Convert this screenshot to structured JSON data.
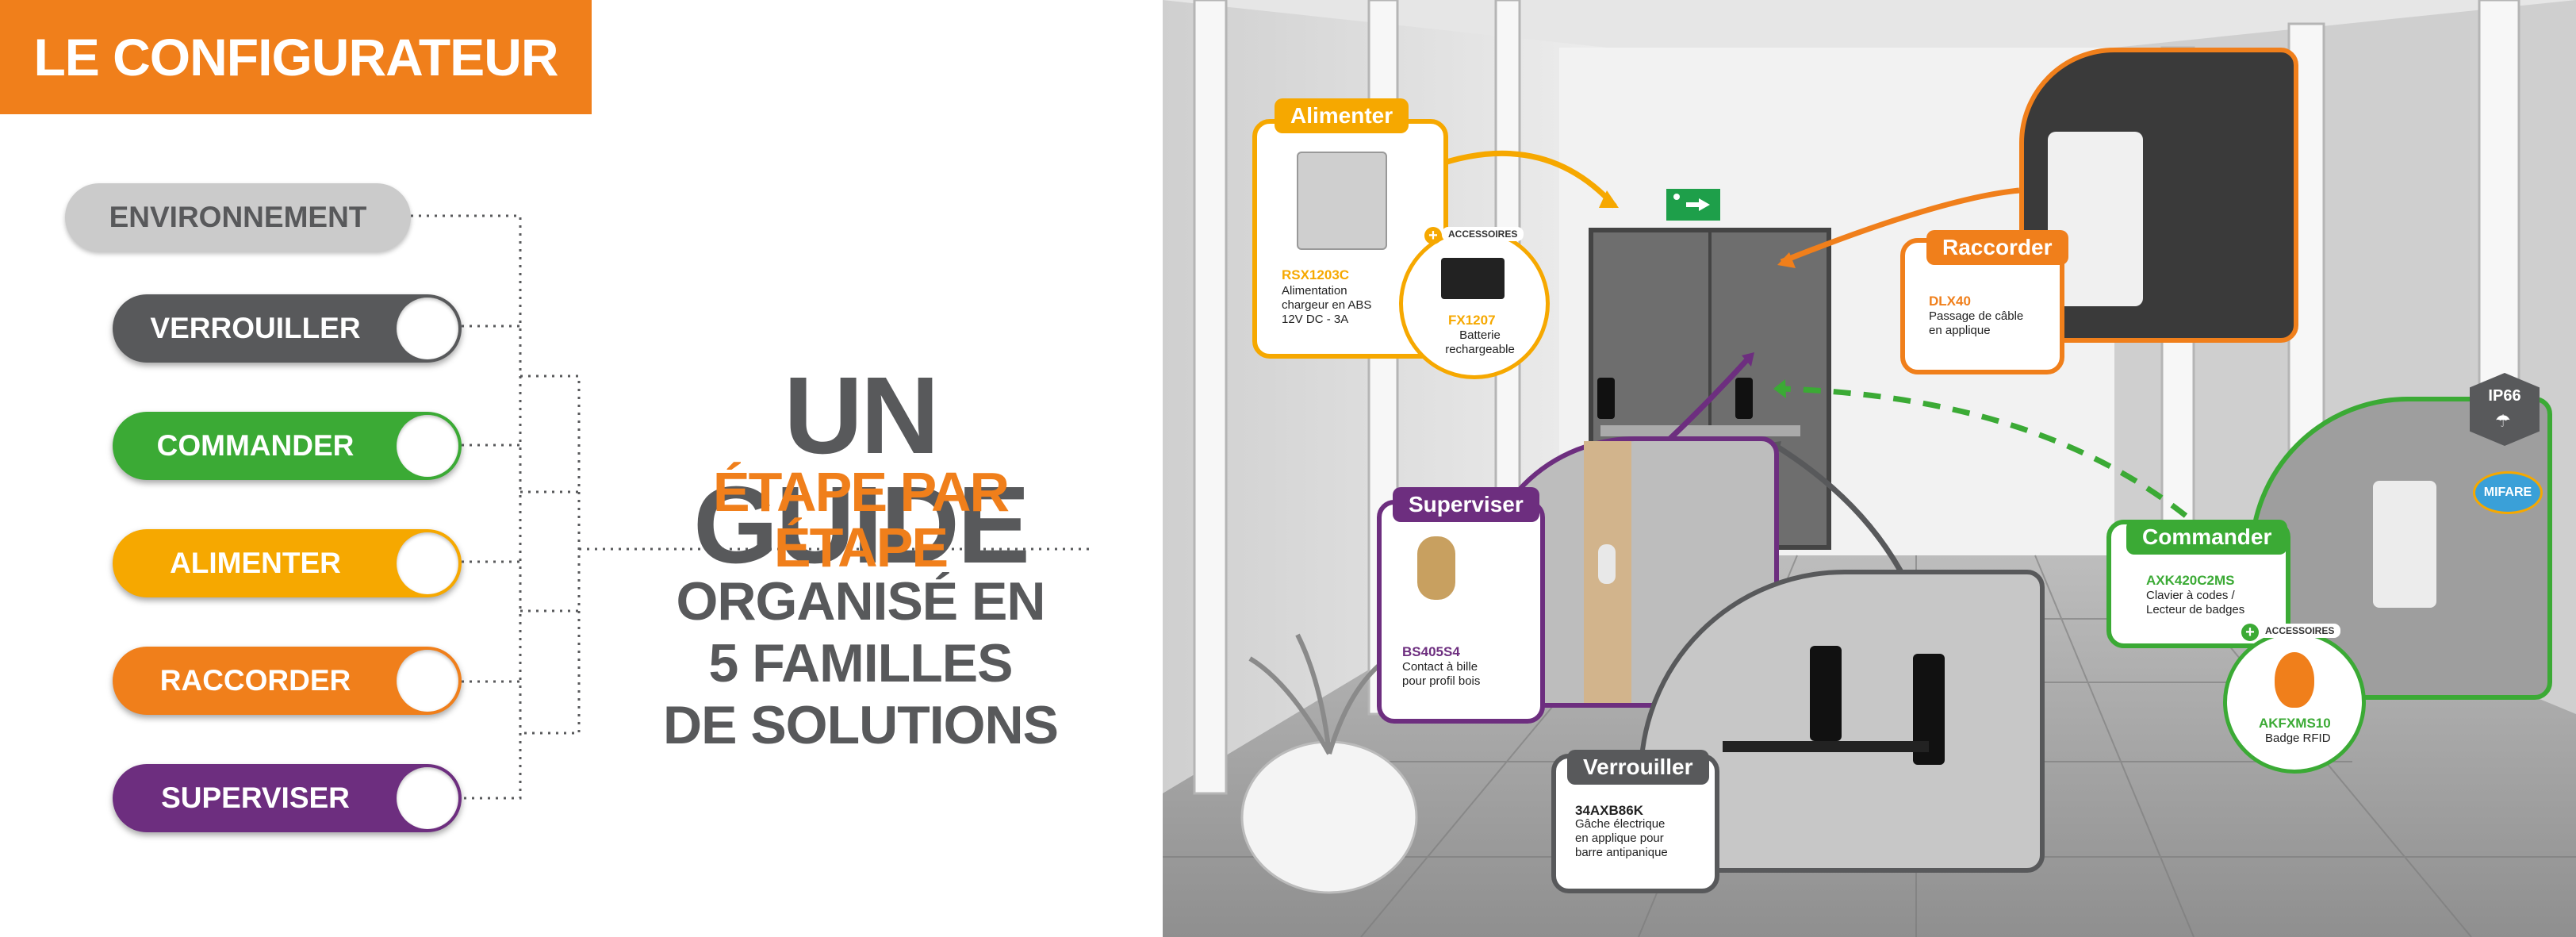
{
  "header": {
    "title": "LE CONFIGURATEUR"
  },
  "left_panel": {
    "environment_label": "ENVIRONNEMENT",
    "families": [
      {
        "label": "VERROUILLER",
        "color": "#58595B"
      },
      {
        "label": "COMMANDER",
        "color": "#3BAA35"
      },
      {
        "label": "ALIMENTER",
        "color": "#F6A800"
      },
      {
        "label": "RACCORDER",
        "color": "#F07F1B"
      },
      {
        "label": "SUPERVISER",
        "color": "#6D2E7F"
      }
    ],
    "heading_main": "UN GUIDE",
    "heading_sub": "ÉTAPE PAR ÉTAPE",
    "organized_lines": [
      "ORGANISÉ EN",
      "5 FAMILLES",
      "DE SOLUTIONS"
    ]
  },
  "colors": {
    "orange": "#F07F1B",
    "yellow": "#F6A800",
    "green": "#3BAA35",
    "purple": "#6D2E7F",
    "gray": "#58595B",
    "light_gray": "#CBCBCB",
    "exit_sign": "#1E9F4A"
  },
  "callouts": {
    "alimenter": {
      "tag": "Alimenter",
      "ref": "RSX1203C",
      "desc": "Alimentation\nchargeur en ABS\n12V DC - 3A"
    },
    "alimenter_accessory": {
      "badge": "ACCESSOIRES",
      "ref": "FX1207",
      "desc": "Batterie\nrechargeable"
    },
    "raccorder": {
      "tag": "Raccorder",
      "ref": "DLX40",
      "desc": "Passage de câble\nen applique"
    },
    "superviser": {
      "tag": "Superviser",
      "ref": "BS405S4",
      "desc": "Contact à bille\npour profil bois"
    },
    "commander": {
      "tag": "Commander",
      "ref": "AXK420C2MS",
      "desc": "Clavier à codes /\nLecteur de badges"
    },
    "commander_accessory": {
      "badge": "ACCESSOIRES",
      "ref": "AKFXMS10",
      "desc": "Badge RFID"
    },
    "verrouiller": {
      "tag": "Verrouiller",
      "ref": "34AXB86K",
      "desc": "Gâche électrique\nen applique pour\nbarre antipanique"
    }
  },
  "badges": {
    "ip_rating": "IP66",
    "mifare": "MIFARE"
  },
  "icons": [
    "exit-sign-icon",
    "rain-icon",
    "plus-icon",
    "power-supply-icon",
    "battery-icon",
    "keypad-icon",
    "rfid-badge-icon",
    "ball-contact-icon",
    "cable-passage-icon"
  ]
}
